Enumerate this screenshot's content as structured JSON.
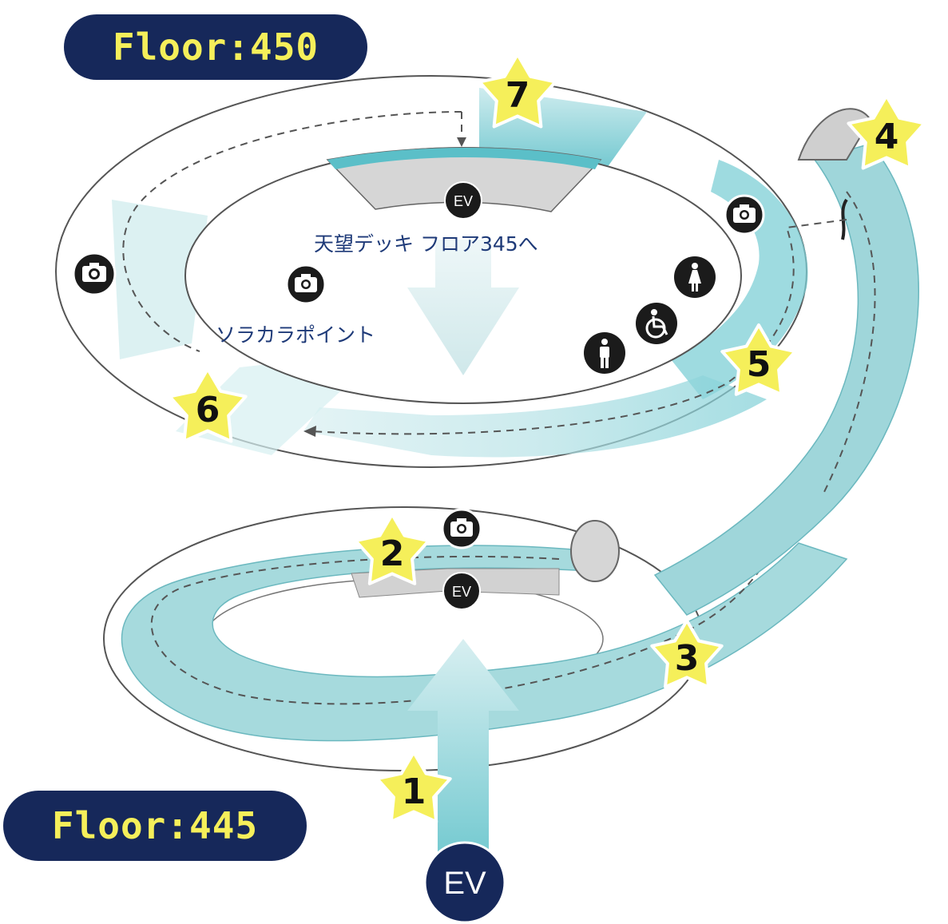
{
  "floors": {
    "top": "Floor:450",
    "bottom": "Floor:445"
  },
  "labels": {
    "deck": "天望デッキ フロア345へ",
    "sorakara": "ソラカラポイント"
  },
  "elevators": {
    "top": "EV",
    "middle": "EV",
    "bottom": "EV"
  },
  "stars": [
    "1",
    "2",
    "3",
    "4",
    "5",
    "6",
    "7"
  ],
  "icons": [
    "camera-icon",
    "male-restroom-icon",
    "female-restroom-icon",
    "wheelchair-icon",
    "elevator-icon",
    "star-marker-icon"
  ],
  "colors": {
    "navy": "#16285a",
    "teal": "#9fd6da",
    "teal_dark": "#5bbfc8",
    "star": "#f5ef5a",
    "text": "#1e3a78"
  }
}
